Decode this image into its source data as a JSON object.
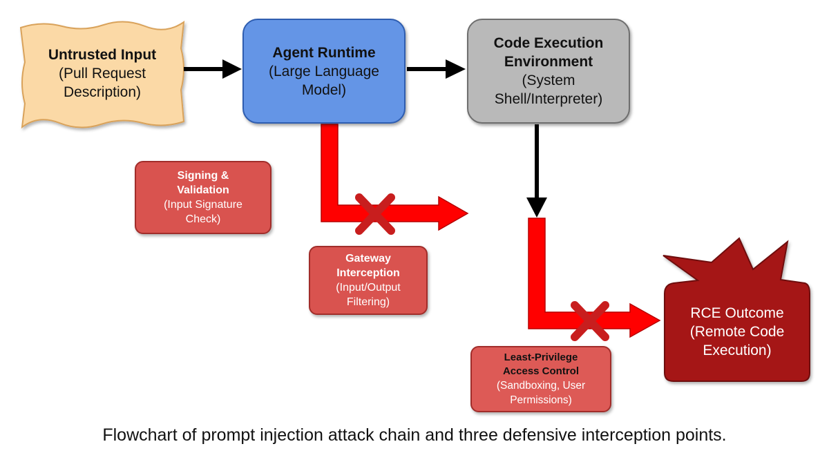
{
  "nodes": {
    "input": {
      "title": "Untrusted Input",
      "lines": [
        "(Pull Request",
        "Description)"
      ]
    },
    "agent": {
      "title": "Agent Runtime",
      "lines": [
        "(Large Language",
        "Model)"
      ]
    },
    "exec": {
      "title_lines": [
        "Code Execution",
        "Environment"
      ],
      "lines": [
        "(System",
        "Shell/Interpreter)"
      ]
    },
    "rce": {
      "lines": [
        "RCE Outcome",
        "(Remote Code",
        "Execution)"
      ]
    }
  },
  "defenses": {
    "signing": {
      "title_lines": [
        "Signing &",
        "Validation"
      ],
      "lines": [
        "(Input Signature",
        "Check)"
      ]
    },
    "gateway": {
      "title_lines": [
        "Gateway",
        "Interception"
      ],
      "lines": [
        "(Input/Output",
        "Filtering)"
      ]
    },
    "least_privilege": {
      "title_lines": [
        "Least-Privilege",
        "Access Control"
      ],
      "lines": [
        "(Sandboxing, User",
        "Permissions)"
      ]
    }
  },
  "caption": "Flowchart of prompt injection attack chain and three defensive interception points.",
  "colors": {
    "input_fill": "#fbd9a6",
    "input_stroke": "#d9a25a",
    "agent_fill": "#6495e6",
    "exec_fill": "#b9b9b9",
    "defense_fill": "#d9534f",
    "attack_path": "#ff0000",
    "blocked_x": "#c81e1e",
    "rce_fill": "#a51616"
  }
}
